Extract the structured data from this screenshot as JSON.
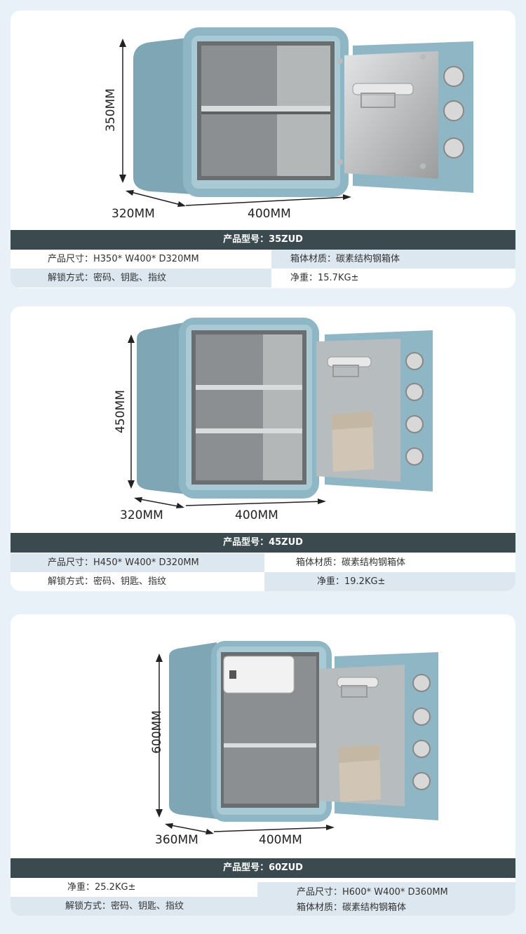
{
  "colors": {
    "background": "#e9f1f8",
    "card": "#ffffff",
    "model_bar": "#3b4a4f",
    "row_shade": "#dde7ef",
    "safe_body": "#8fb6c4"
  },
  "products": [
    {
      "dims": {
        "height": "350MM",
        "depth": "320MM",
        "width": "400MM"
      },
      "model_label": "产品型号：35ZUD",
      "size": "产品尺寸：H350* W400* D320MM",
      "material": "箱体材质：碳素结构钢箱体",
      "unlock": "解锁方式：密码、钥匙、指纹",
      "weight": "净重：15.7KG±"
    },
    {
      "dims": {
        "height": "450MM",
        "depth": "320MM",
        "width": "400MM"
      },
      "model_label": "产品型号：45ZUD",
      "size": "产品尺寸：H450* W400* D320MM",
      "material": "箱体材质：碳素结构钢箱体",
      "unlock": "解锁方式：密码、钥匙、指纹",
      "weight": "净重：19.2KG±"
    },
    {
      "dims": {
        "height": "600MM",
        "depth": "360MM",
        "width": "400MM"
      },
      "model_label": "产品型号：60ZUD",
      "weight": "净重：25.2KG±",
      "unlock": "解锁方式：密码、钥匙、指纹",
      "size": "产品尺寸：H600* W400* D360MM",
      "material": "箱体材质：碳素结构钢箱体"
    }
  ]
}
